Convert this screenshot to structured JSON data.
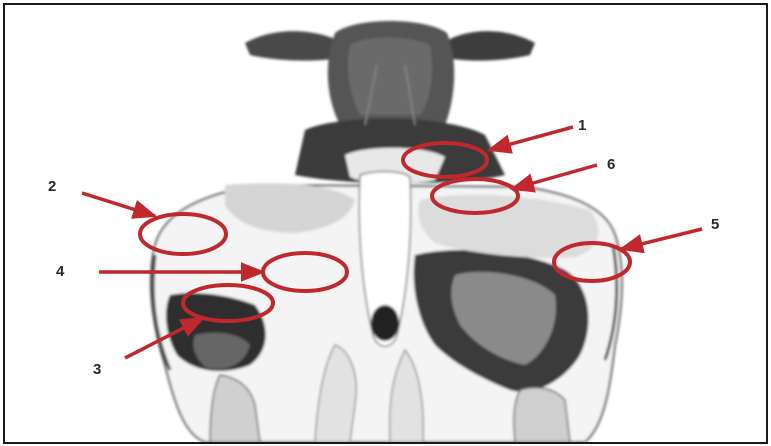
{
  "figure": {
    "ring_color": "#c0282d",
    "arrow_color": "#c0282d",
    "label_color": "#2a2a2a",
    "markers": [
      {
        "label": "1"
      },
      {
        "label": "2"
      },
      {
        "label": "3"
      },
      {
        "label": "4"
      },
      {
        "label": "5"
      },
      {
        "label": "6"
      }
    ]
  }
}
